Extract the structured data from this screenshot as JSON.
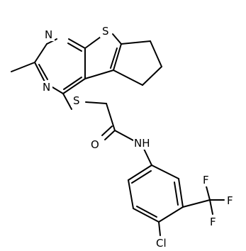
{
  "atoms": {
    "n1": "N",
    "n3": "N",
    "s_thio": "S",
    "s_link": "S",
    "o": "O",
    "nh": "NH",
    "cl": "Cl",
    "f1": "F",
    "f2": "F",
    "f3": "F"
  },
  "colors": {
    "bond": "#000000",
    "label": "#000000",
    "background": "#ffffff"
  }
}
